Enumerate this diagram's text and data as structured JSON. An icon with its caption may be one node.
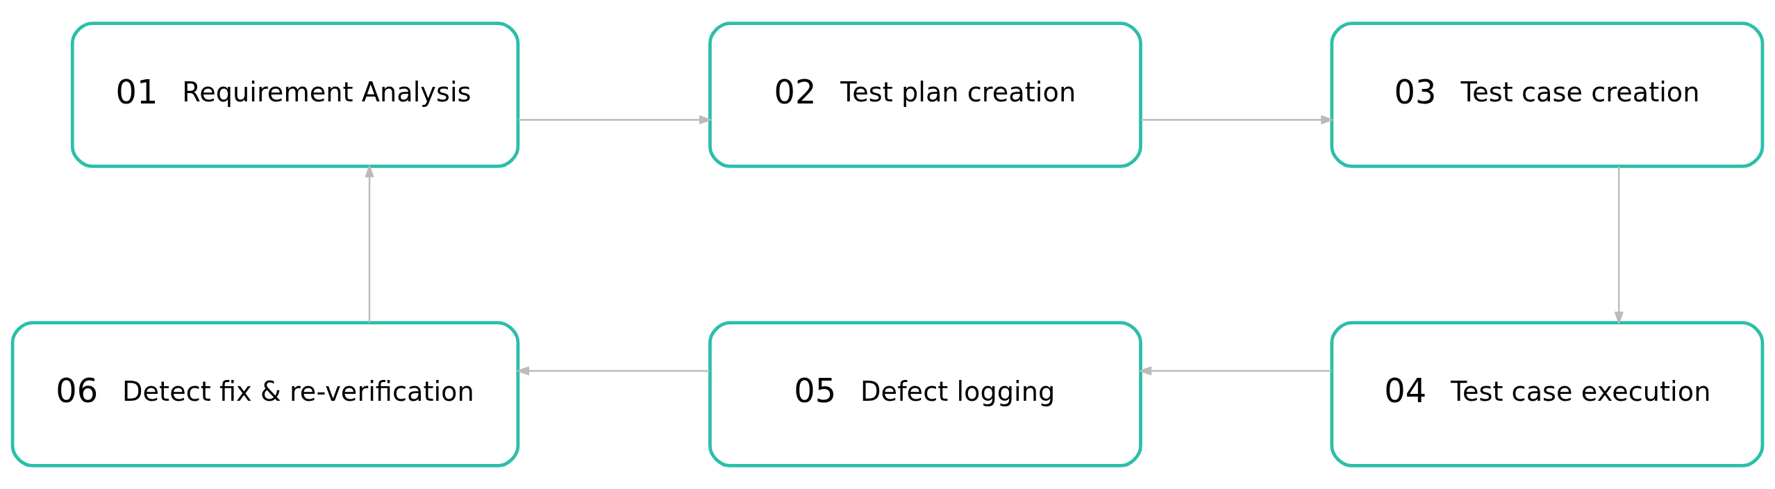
{
  "diagram": {
    "nodes": [
      {
        "text": [
          "01",
          "Requirement Analysis"
        ]
      },
      {
        "text": [
          "02",
          "Test plan creation"
        ]
      },
      {
        "text": [
          "03",
          "Test case creation"
        ]
      },
      {
        "text": [
          "04",
          "Test case execution"
        ]
      },
      {
        "text": [
          "05",
          "Defect logging"
        ]
      },
      {
        "text": [
          "06",
          "Detect fix & re-verification"
        ]
      }
    ],
    "edges": [
      {
        "from": 0,
        "to": 1,
        "arrow": "to"
      },
      {
        "from": 1,
        "to": 2,
        "arrow": "to"
      },
      {
        "from": 2,
        "to": 3,
        "arrow": "to"
      },
      {
        "from": 3,
        "to": 4,
        "arrow": "to"
      },
      {
        "from": 4,
        "to": 5,
        "arrow": "to"
      },
      {
        "from": 5,
        "to": 0,
        "arrow": "to"
      }
    ]
  }
}
